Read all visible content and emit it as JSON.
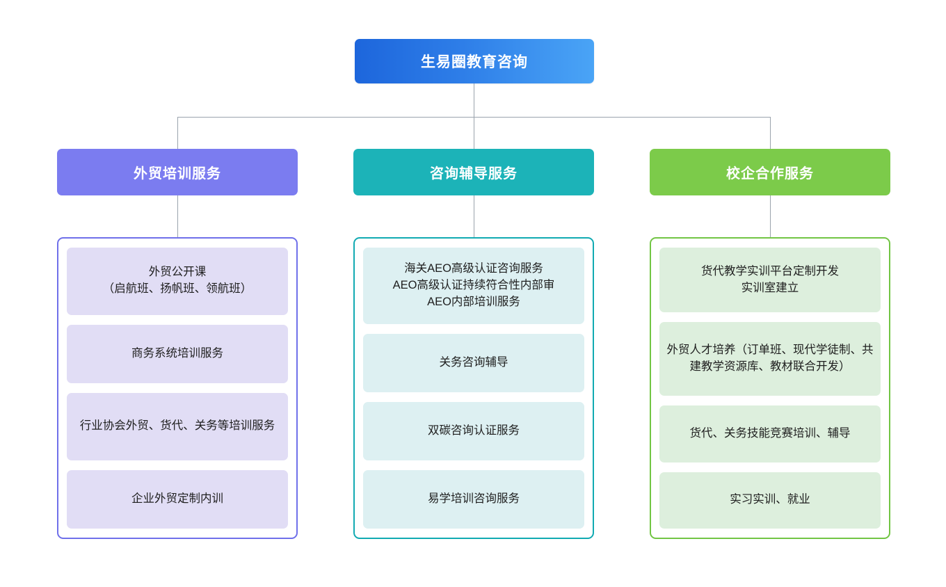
{
  "root": {
    "label": "生易圈教育咨询",
    "gradient_from": "#1d66dc",
    "gradient_to": "#4aa4f6"
  },
  "connector_color": "#9aa3ad",
  "columns": [
    {
      "id": "foreign-trade-training",
      "header": "外贸培训服务",
      "header_color": "#7b7cf0",
      "border_color": "#6f70ea",
      "item_bg": "#e1ddf5",
      "items": [
        {
          "text": "外贸公开课\n（启航班、扬帆班、领航班）",
          "lines": 2
        },
        {
          "text": "商务系统培训服务",
          "lines": 1
        },
        {
          "text": "行业协会外贸、货代、关务等培训服务",
          "lines": 2
        },
        {
          "text": "企业外贸定制内训",
          "lines": 1
        }
      ]
    },
    {
      "id": "consulting-guidance",
      "header": "咨询辅导服务",
      "header_color": "#1cb3b8",
      "border_color": "#11aab2",
      "item_bg": "#ddf0f2",
      "items": [
        {
          "text": "海关AEO高级认证咨询服务\nAEO高级认证持续符合性内部审\nAEO内部培训服务",
          "lines": 3
        },
        {
          "text": "关务咨询辅导",
          "lines": 1
        },
        {
          "text": "双碳咨询认证服务",
          "lines": 1
        },
        {
          "text": "易学培训咨询服务",
          "lines": 1
        }
      ]
    },
    {
      "id": "school-enterprise-cooperation",
      "header": "校企合作服务",
      "header_color": "#7ccb4a",
      "border_color": "#72c544",
      "item_bg": "#ddefdd",
      "items": [
        {
          "text": "货代教学实训平台定制开发\n实训室建立",
          "lines": 2
        },
        {
          "text": "外贸人才培养（订单班、现代学徒制、共建教学资源库、教材联合开发）",
          "lines": 3
        },
        {
          "text": "货代、关务技能竞赛培训、辅导",
          "lines": 1
        },
        {
          "text": "实习实训、就业",
          "lines": 1
        }
      ]
    }
  ]
}
